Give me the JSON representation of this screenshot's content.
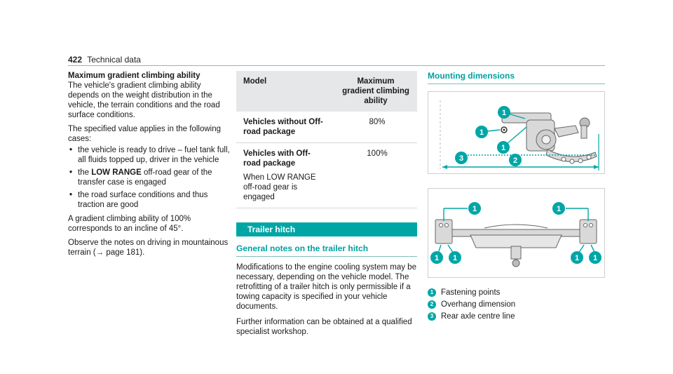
{
  "header": {
    "page_number": "422",
    "section": "Technical data"
  },
  "gradient": {
    "title": "Maximum gradient climbing ability",
    "intro": "The vehicle's gradient climbing ability depends on the weight distribution in the vehicle, the terrain conditions and the road surface conditions.",
    "applies": "The specified value applies in the following cases:",
    "bullets": {
      "b1": "the vehicle is ready to drive – fuel tank full, all fluids topped up, driver in the vehicle",
      "b2_prefix": "the",
      "b2_bold": "LOW RANGE",
      "b2_suffix": "off-road gear of the transfer case is engaged",
      "b3": "the road surface conditions and thus traction are good"
    },
    "equivalence": "A gradient climbing ability of 100% corresponds to an incline of 45°.",
    "observe": "Observe the notes on driving in mountainous terrain (→ page 181)."
  },
  "table": {
    "col_model": "Model",
    "col_max": "Maximum gradient climbing ability",
    "rows": [
      {
        "model": "Vehicles without Off-road package",
        "sub": "",
        "value": "80%"
      },
      {
        "model": "Vehicles with Off-road package",
        "sub": "When LOW RANGE off-road gear is engaged",
        "value": "100%"
      }
    ]
  },
  "trailer": {
    "bar_title": "Trailer hitch",
    "sub_title": "General notes on the trailer hitch",
    "p1": "Modifications to the engine cooling system may be necessary, depending on the vehicle model. The retrofitting of a trailer hitch is only permissible if a towing capacity is specified in your vehicle documents.",
    "p2": "Further information can be obtained at a qualified specialist workshop."
  },
  "mounting": {
    "title": "Mounting dimensions",
    "callouts": {
      "one": "1",
      "two": "2",
      "three": "3"
    },
    "legend": [
      {
        "num": "1",
        "label": "Fastening points"
      },
      {
        "num": "2",
        "label": "Overhang dimension"
      },
      {
        "num": "3",
        "label": "Rear axle centre line"
      }
    ]
  },
  "colors": {
    "accent": "#00a6a6",
    "table_header": "#e6e7e8",
    "rule": "#7fbfbf"
  }
}
